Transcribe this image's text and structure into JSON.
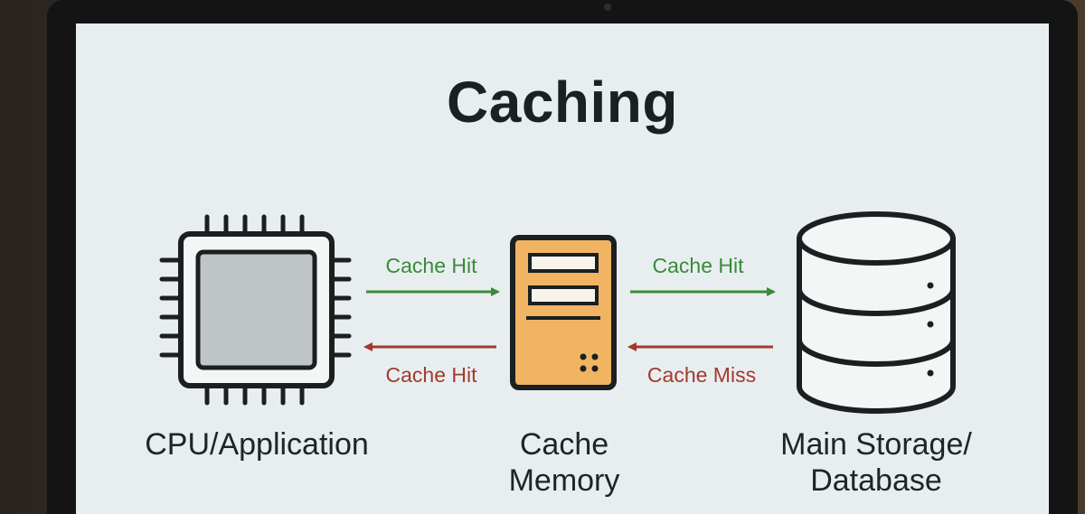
{
  "title": "Caching",
  "nodes": {
    "cpu": {
      "label": "CPU/Application",
      "icon": "cpu-chip-icon"
    },
    "cache": {
      "label_line1": "Cache",
      "label_line2": "Memory",
      "icon": "server-icon",
      "fill": "#f0b463"
    },
    "storage": {
      "label_line1": "Main Storage/",
      "label_line2": "Database",
      "icon": "database-icon"
    }
  },
  "arrows": {
    "cpu_to_cache": {
      "label": "Cache Hit",
      "color": "#3a8a3a"
    },
    "cache_to_cpu": {
      "label": "Cache Hit",
      "color": "#a33a2c"
    },
    "cache_to_storage": {
      "label": "Cache Hit",
      "color": "#3a8a3a"
    },
    "storage_to_cache": {
      "label": "Cache Miss",
      "color": "#a33a2c"
    }
  }
}
